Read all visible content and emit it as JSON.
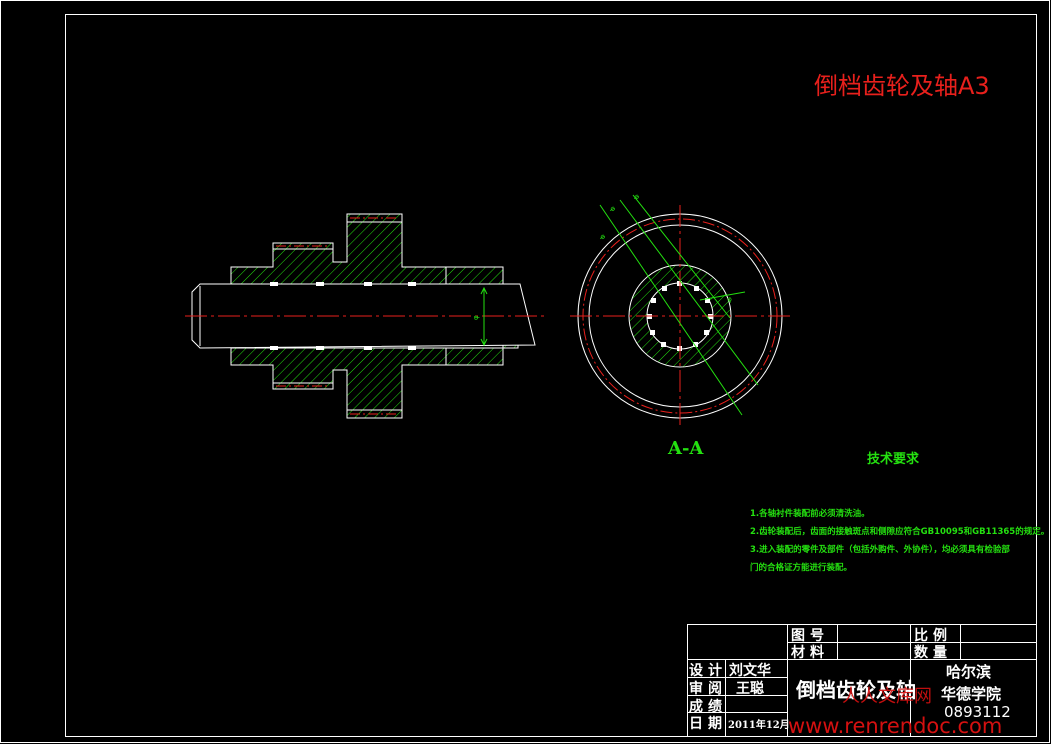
{
  "sheet_title": "倒档齿轮及轴A3",
  "section_label": "A-A",
  "tech_requirements": {
    "heading": "技术要求",
    "notes": [
      "1.各轴衬件装配前必须清洗油。",
      "2.齿轮装配后，齿面的接触斑点和侧隙应符合GB10095和GB11365的规定。",
      "3.进入装配的零件及部件（包括外购件、外协件），均必须具有检验部",
      "门的合格证方能进行装配。"
    ]
  },
  "title_block": {
    "drawing_no_label": "图号",
    "material_label": "材料",
    "scale_label": "比例",
    "quantity_label": "数量",
    "design_label": "设计",
    "design_value": "刘文华",
    "review_label": "审阅",
    "review_value": "王聪",
    "grade_label": "成绩",
    "date_label": "日期",
    "date_value": "2011年12月",
    "part_name": "倒档齿轮及轴",
    "school_line1": "哈尔滨",
    "school_line2": "华德学院",
    "student_no": "0893112"
  },
  "watermark": {
    "text1": "人人文库网",
    "text2": "www.renrendoc.com"
  },
  "colors": {
    "background": "#000000",
    "outline": "#ffffff",
    "hatch": "#24e010",
    "centerline": "#e8201c",
    "title": "#e8201c",
    "annotation": "#24e010"
  }
}
